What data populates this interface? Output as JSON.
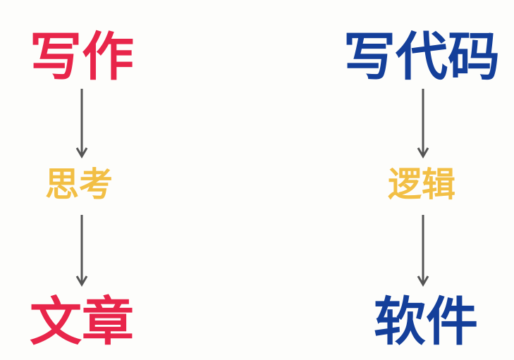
{
  "colors": {
    "writing": "#e8254a",
    "coding": "#143f9a",
    "middle": "#f2bf45",
    "arrow": "#555555"
  },
  "left": {
    "top": "写作",
    "middle": "思考",
    "bottom": "文章"
  },
  "right": {
    "top": "写代码",
    "middle": "逻辑",
    "bottom": "软件"
  }
}
